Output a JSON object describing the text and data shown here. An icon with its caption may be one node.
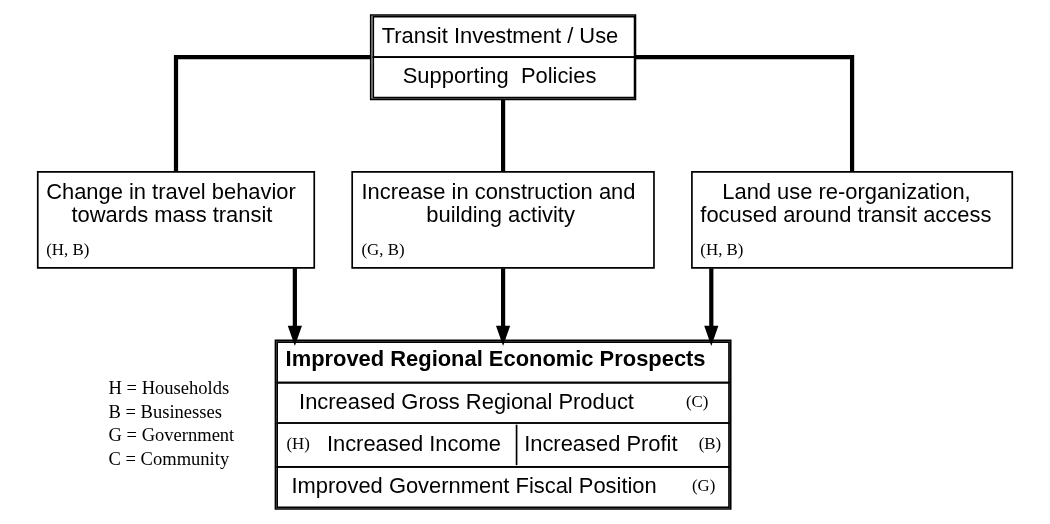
{
  "diagram": {
    "nodes": [
      {
        "text": [
          "Transit Investment / Use",
          "Supporting  Policies"
        ]
      },
      {
        "text": [
          "Change in travel behavior towards mass transit",
          "(H, B)"
        ]
      },
      {
        "text": [
          "Increase in construction and building activity",
          "(G, B)"
        ]
      },
      {
        "text": [
          "Land use re-organization, focused around transit access",
          "(H, B)"
        ]
      },
      {
        "text": [
          "Improved Regional Economic Prospects",
          "Increased Gross Regional Product",
          "(C)",
          "(H)",
          "Increased Income",
          "Increased Profit",
          "(B)",
          "Improved Government Fiscal Position",
          "(G)"
        ]
      }
    ],
    "edges": [
      {
        "from": 0,
        "to": 1,
        "arrow": "none"
      },
      {
        "from": 0,
        "to": 2,
        "arrow": "none"
      },
      {
        "from": 0,
        "to": 3,
        "arrow": "none"
      },
      {
        "from": 1,
        "to": 4,
        "arrow": "to"
      },
      {
        "from": 2,
        "to": 4,
        "arrow": "to"
      },
      {
        "from": 3,
        "to": 4,
        "arrow": "to"
      }
    ],
    "labels": [
      "H = Households",
      "B = Businesses",
      "G = Government",
      "C = Community"
    ]
  }
}
